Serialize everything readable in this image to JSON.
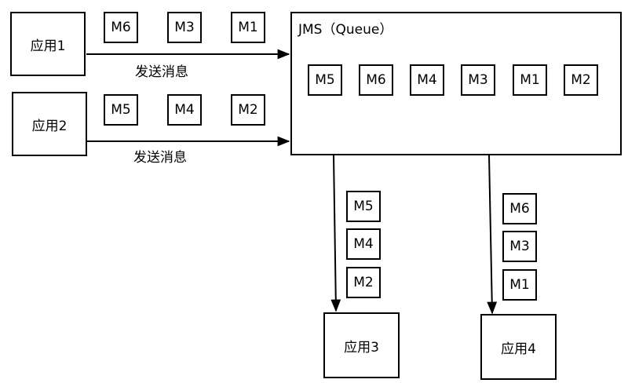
{
  "apps": {
    "app1": "应用1",
    "app2": "应用2",
    "app3": "应用3",
    "app4": "应用4"
  },
  "queue": {
    "title": "JMS（Queue）",
    "messages": [
      "M5",
      "M6",
      "M4",
      "M3",
      "M1",
      "M2"
    ]
  },
  "app1_messages": [
    "M6",
    "M3",
    "M1"
  ],
  "app2_messages": [
    "M5",
    "M4",
    "M2"
  ],
  "app3_messages": [
    "M5",
    "M4",
    "M2"
  ],
  "app4_messages": [
    "M6",
    "M3",
    "M1"
  ],
  "edges": [
    {
      "from": "应用1",
      "to": "JMS（Queue）",
      "label": "发送消息"
    },
    {
      "from": "应用2",
      "to": "JMS（Queue）",
      "label": "发送消息"
    },
    {
      "from": "JMS（Queue）",
      "to": "应用3",
      "label": ""
    },
    {
      "from": "JMS（Queue）",
      "to": "应用4",
      "label": ""
    }
  ]
}
